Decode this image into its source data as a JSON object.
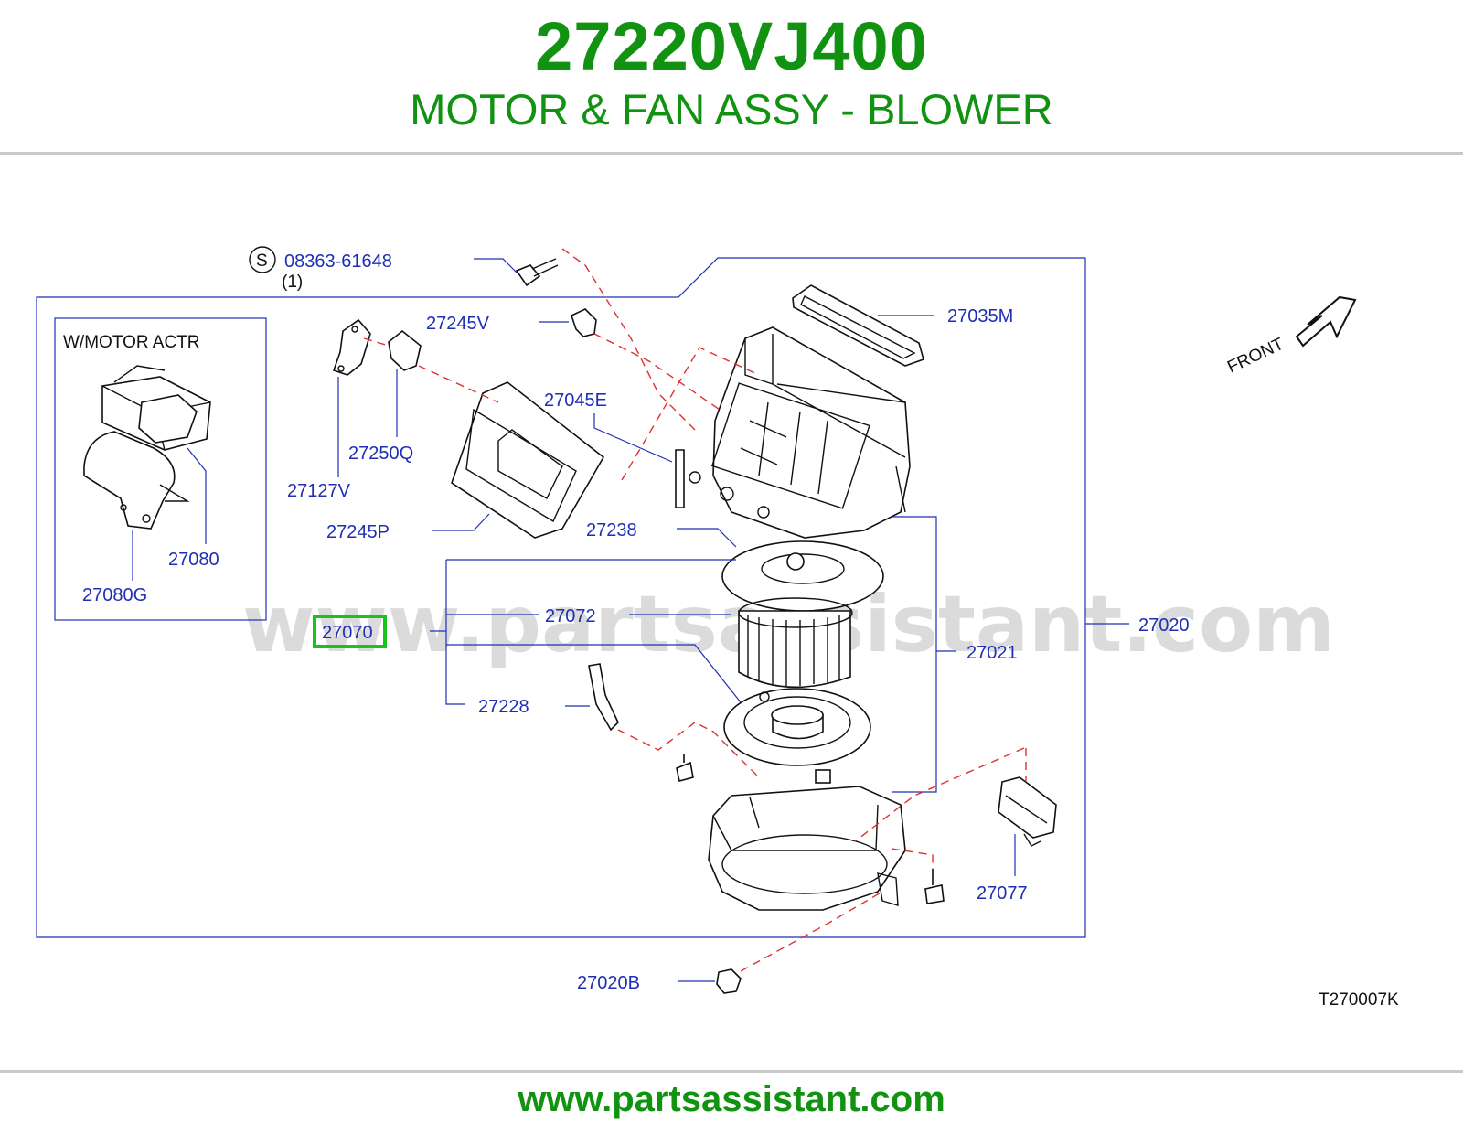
{
  "header": {
    "part_number": "27220VJ400",
    "part_name": "MOTOR & FAN ASSY - BLOWER"
  },
  "colors": {
    "title_green": "#119311",
    "label_blue": "#1f2fb5",
    "leader_red": "#e03030",
    "highlight_green": "#17c417"
  },
  "diagram": {
    "watermark": "www.partsassistant.com",
    "inset_caption": "W/MOTOR   ACTR",
    "front_label": "FRONT",
    "drawing_code": "T270007K",
    "screw_symbol": "S",
    "screw_part": "08363-61648",
    "screw_qty": "(1)",
    "labels": {
      "p27035M": "27035M",
      "p27245V": "27245V",
      "p27045E": "27045E",
      "p27250Q": "27250Q",
      "p27127V": "27127V",
      "p27245P": "27245P",
      "p27238": "27238",
      "p27072": "27072",
      "p27070": "27070",
      "p27020": "27020",
      "p27021": "27021",
      "p27228": "27228",
      "p27077": "27077",
      "p27020B": "27020B",
      "p27080": "27080",
      "p27080G": "27080G"
    }
  },
  "footer": {
    "url": "www.partsassistant.com"
  }
}
